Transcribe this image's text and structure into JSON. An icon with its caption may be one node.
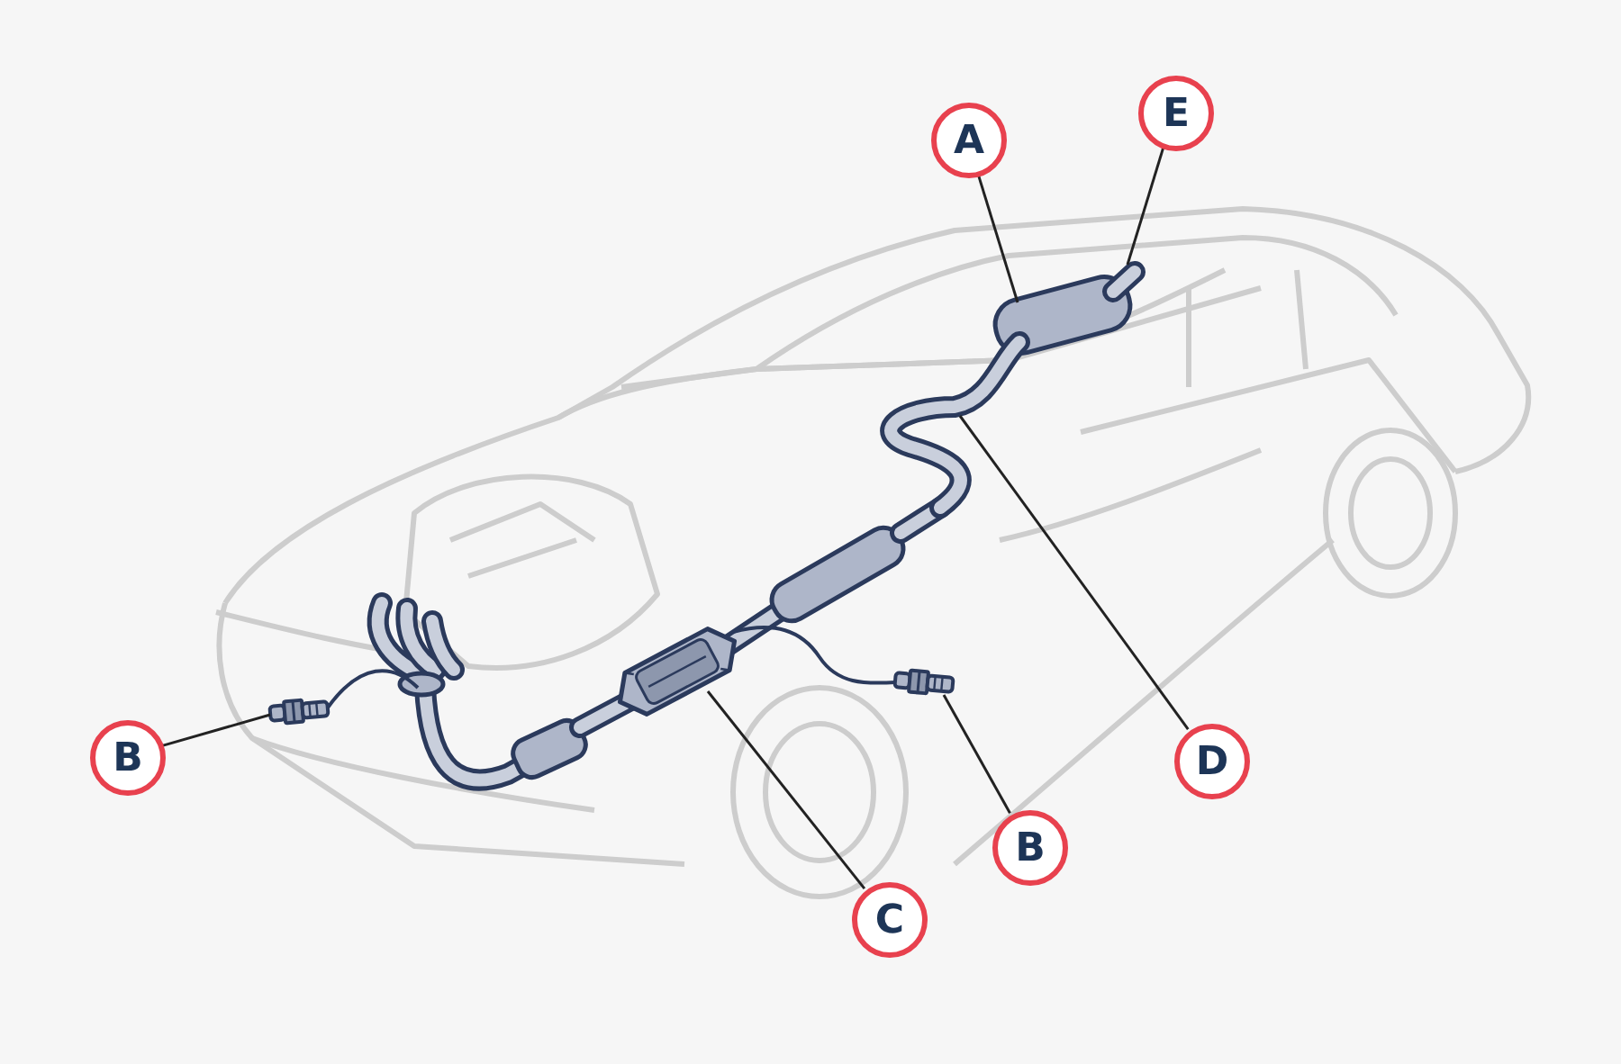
{
  "diagram": {
    "nodes": [
      {
        "text": [
          "A"
        ]
      },
      {
        "text": [
          "E"
        ]
      },
      {
        "text": [
          "B"
        ]
      },
      {
        "text": [
          "D"
        ]
      },
      {
        "text": [
          "B"
        ]
      },
      {
        "text": [
          "C"
        ]
      },
      {
        "text": [],
        "shape": "picture"
      },
      {
        "text": [],
        "shape": "picture"
      },
      {
        "text": [],
        "shape": "picture"
      },
      {
        "text": [],
        "shape": "picture"
      },
      {
        "text": [],
        "shape": "picture"
      },
      {
        "text": [],
        "shape": "picture"
      }
    ],
    "edges": [
      {
        "from": 0,
        "to": 6,
        "arrow": "none"
      },
      {
        "from": 1,
        "to": 7,
        "arrow": "none"
      },
      {
        "from": 2,
        "to": 8,
        "arrow": "none"
      },
      {
        "from": 3,
        "to": 9,
        "arrow": "none"
      },
      {
        "from": 4,
        "to": 10,
        "arrow": "none"
      },
      {
        "from": 5,
        "to": 11,
        "arrow": "none"
      }
    ]
  }
}
